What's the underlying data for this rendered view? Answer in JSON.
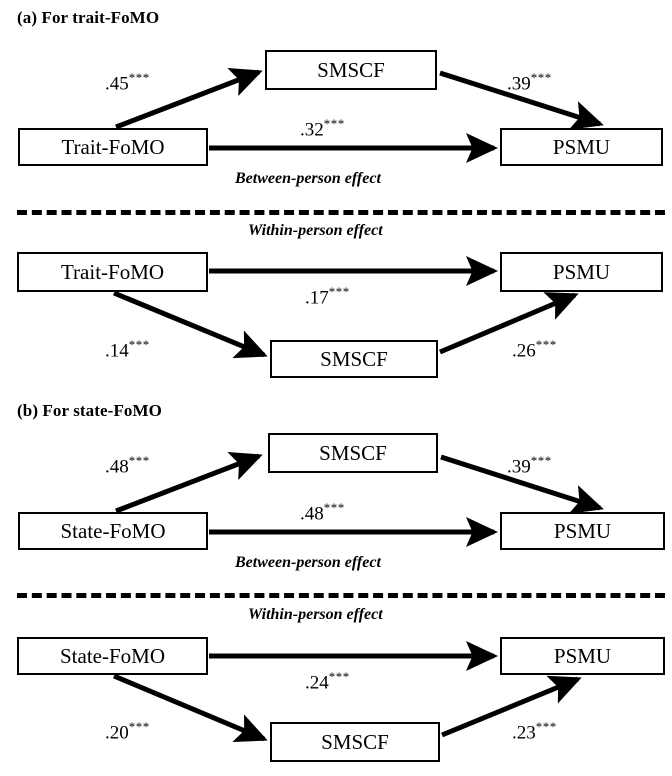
{
  "figure": {
    "type": "path-diagram",
    "panels": [
      {
        "id": "a",
        "title": "(a) For trait-FoMO",
        "levels": [
          {
            "effect_label": "Between-person effect",
            "nodes": {
              "predictor": "Trait-FoMO",
              "mediator": "SMSCF",
              "outcome": "PSMU"
            },
            "paths": [
              {
                "from": "Trait-FoMO",
                "to": "SMSCF",
                "coefficient": ".45",
                "significance": "***"
              },
              {
                "from": "SMSCF",
                "to": "PSMU",
                "coefficient": ".39",
                "significance": "***"
              },
              {
                "from": "Trait-FoMO",
                "to": "PSMU",
                "coefficient": ".32",
                "significance": "***"
              }
            ]
          },
          {
            "effect_label": "Within-person effect",
            "nodes": {
              "predictor": "Trait-FoMO",
              "mediator": "SMSCF",
              "outcome": "PSMU"
            },
            "paths": [
              {
                "from": "Trait-FoMO",
                "to": "PSMU",
                "coefficient": ".17",
                "significance": "***"
              },
              {
                "from": "Trait-FoMO",
                "to": "SMSCF",
                "coefficient": ".14",
                "significance": "***"
              },
              {
                "from": "SMSCF",
                "to": "PSMU",
                "coefficient": ".26",
                "significance": "***"
              }
            ]
          }
        ]
      },
      {
        "id": "b",
        "title": "(b) For state-FoMO",
        "levels": [
          {
            "effect_label": "Between-person effect",
            "nodes": {
              "predictor": "State-FoMO",
              "mediator": "SMSCF",
              "outcome": "PSMU"
            },
            "paths": [
              {
                "from": "State-FoMO",
                "to": "SMSCF",
                "coefficient": ".48",
                "significance": "***"
              },
              {
                "from": "SMSCF",
                "to": "PSMU",
                "coefficient": ".39",
                "significance": "***"
              },
              {
                "from": "State-FoMO",
                "to": "PSMU",
                "coefficient": ".48",
                "significance": "***"
              }
            ]
          },
          {
            "effect_label": "Within-person effect",
            "nodes": {
              "predictor": "State-FoMO",
              "mediator": "SMSCF",
              "outcome": "PSMU"
            },
            "paths": [
              {
                "from": "State-FoMO",
                "to": "PSMU",
                "coefficient": ".24",
                "significance": "***"
              },
              {
                "from": "State-FoMO",
                "to": "SMSCF",
                "coefficient": ".20",
                "significance": "***"
              },
              {
                "from": "SMSCF",
                "to": "PSMU",
                "coefficient": ".23",
                "significance": "***"
              }
            ]
          }
        ]
      }
    ]
  },
  "titles": {
    "panel_a": "(a) For trait-FoMO",
    "panel_b": "(b) For state-FoMO"
  },
  "labels": {
    "between": "Between-person effect",
    "within": "Within-person effect"
  },
  "nodes": {
    "trait_fomo": "Trait-FoMO",
    "state_fomo": "State-FoMO",
    "smscf": "SMSCF",
    "psmu": "PSMU"
  },
  "coefficients": {
    "a_between_x_m": ".45",
    "a_between_m_y": ".39",
    "a_between_x_y": ".32",
    "a_within_x_y": ".17",
    "a_within_x_m": ".14",
    "a_within_m_y": ".26",
    "b_between_x_m": ".48",
    "b_between_m_y": ".39",
    "b_between_x_y": ".48",
    "b_within_x_y": ".24",
    "b_within_x_m": ".20",
    "b_within_m_y": ".23"
  },
  "significance": {
    "stars": "***"
  },
  "colors": {
    "ink": "#000000",
    "background": "#ffffff"
  }
}
